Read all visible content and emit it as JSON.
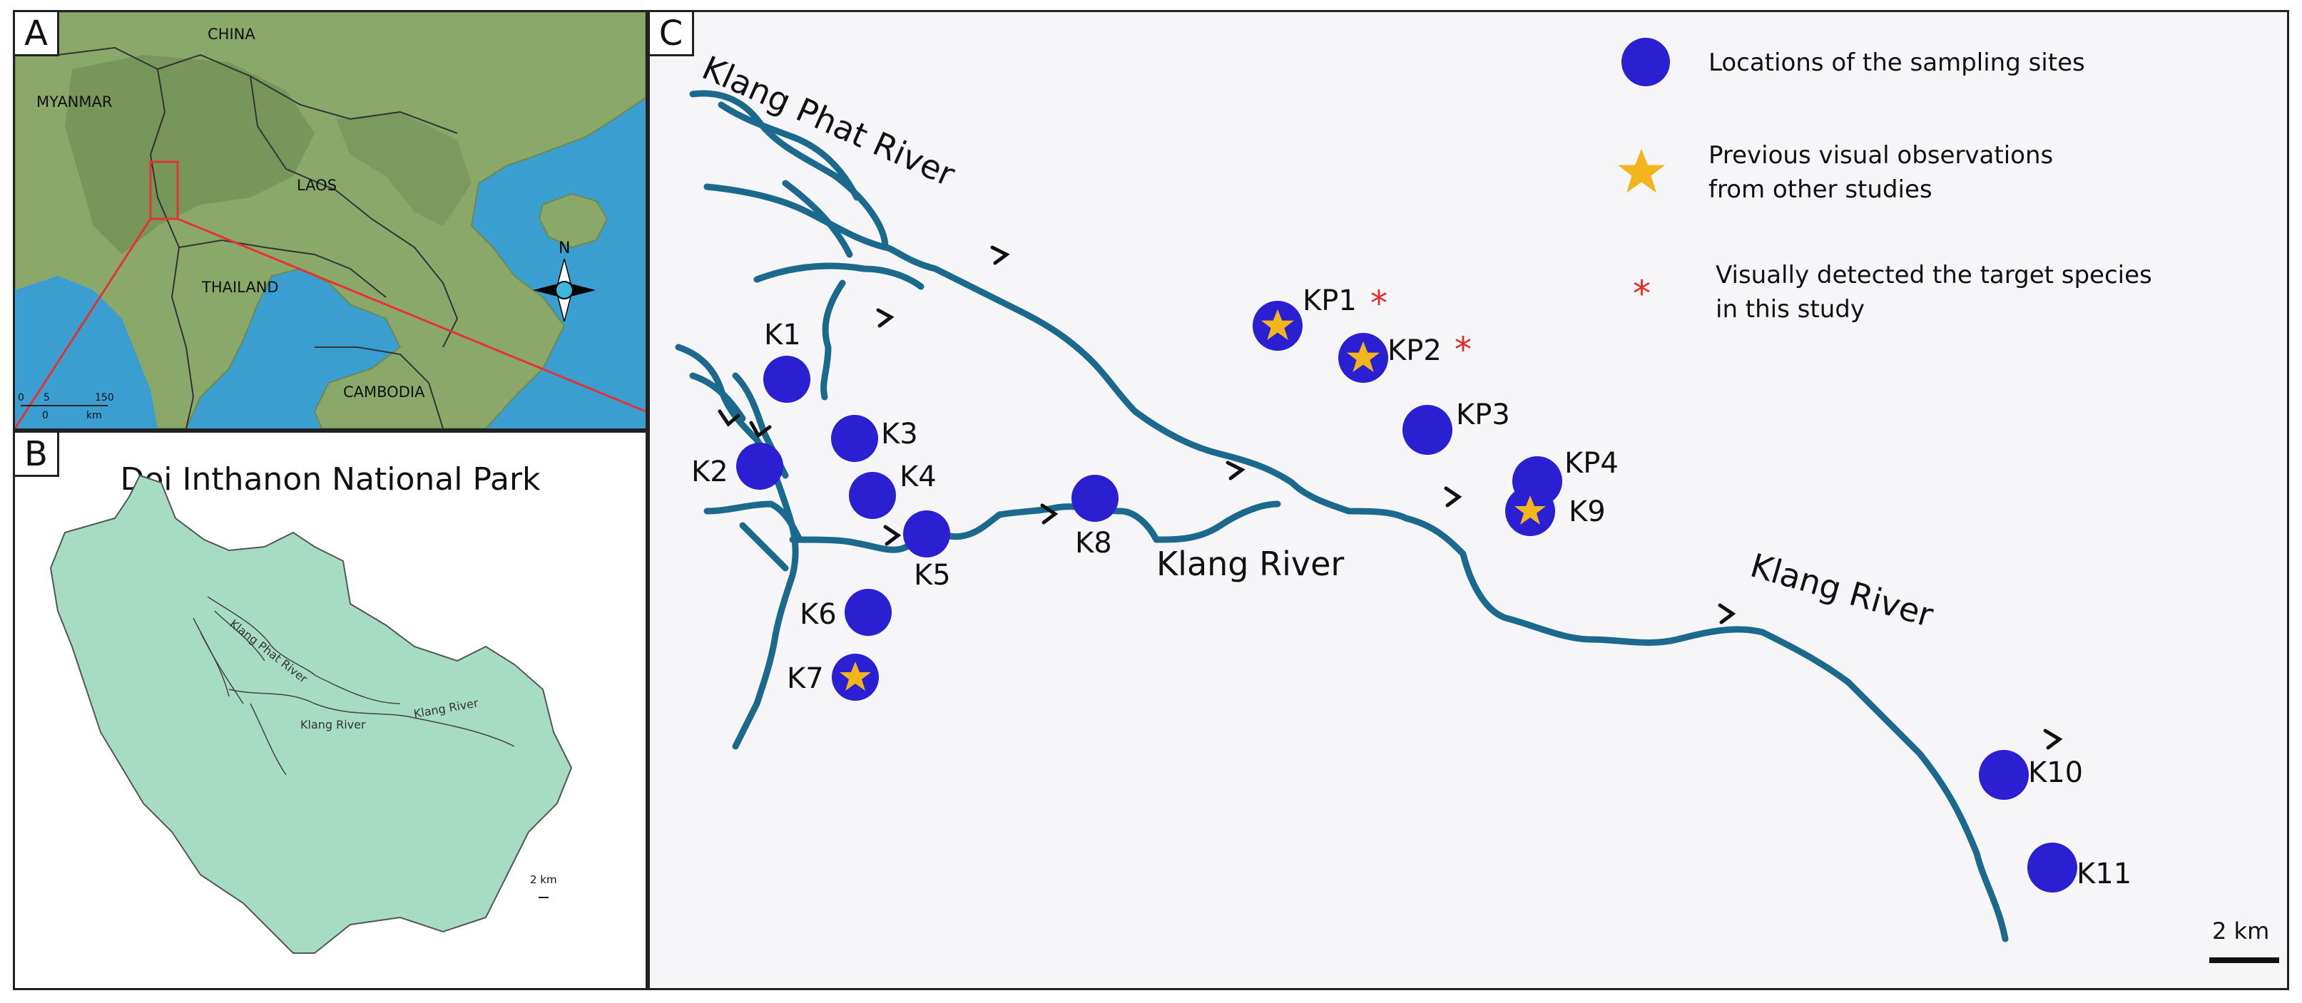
{
  "panel_a": {
    "label": "A",
    "countries": [
      "CHINA",
      "MYANMAR",
      "LAOS",
      "THAILAND",
      "CAMBODIA"
    ],
    "compass": "N",
    "scale_ticks": [
      "0",
      "5",
      "150"
    ],
    "scale_sub": [
      "0",
      "km"
    ],
    "colors": {
      "sea": "#3a9fd0",
      "land": "#8aa86a",
      "highlight": "#e53333"
    }
  },
  "panel_b": {
    "label": "B",
    "title": "Doi Inthanon National Park",
    "rivers": [
      "Klang Phat River",
      "Klang River",
      "Klang River"
    ],
    "scale": "2 km",
    "colors": {
      "park": "#a6dcc4"
    }
  },
  "panel_c": {
    "label": "C",
    "rivers": [
      "Klang Phat River",
      "Klang River",
      "Klang River"
    ],
    "sites": [
      "KP1",
      "KP2",
      "KP3",
      "KP4",
      "K1",
      "K2",
      "K3",
      "K4",
      "K5",
      "K6",
      "K7",
      "K8",
      "K9",
      "K10",
      "K11"
    ],
    "starred_sites": [
      "KP1",
      "KP2",
      "K7",
      "K9"
    ],
    "detected_sites": [
      "KP1",
      "KP2"
    ],
    "legend": {
      "sampling": "Locations of the sampling sites",
      "previous_line1": "Previous visual observations",
      "previous_line2": "from other studies",
      "detected_line1": "Visually detected the target species",
      "detected_line2": "in this study"
    },
    "scale": "2 km",
    "colors": {
      "river": "#1b6a8e",
      "site": "#2a1fd1",
      "star": "#f2b51c",
      "asterisk": "#e32626"
    }
  }
}
